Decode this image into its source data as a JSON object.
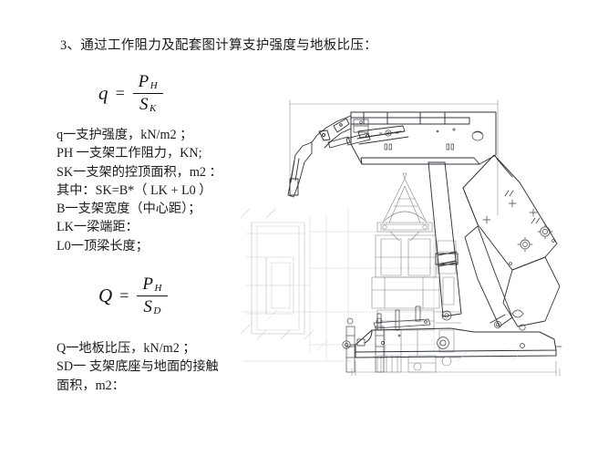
{
  "document": {
    "title_line": "3、通过工作阻力及配套图计算支护强度与地板比压：",
    "background_color": "#ffffff",
    "text_color": "#1b1b1b"
  },
  "formulas": [
    {
      "id": "support-strength",
      "lhs": "q",
      "equals": "=",
      "numerator": "P",
      "numerator_sub": "H",
      "denominator": "S",
      "denominator_sub": "K"
    },
    {
      "id": "floor-specific-pressure",
      "lhs": "Q",
      "equals": "=",
      "numerator": "P",
      "numerator_sub": "H",
      "denominator": "S",
      "denominator_sub": "D"
    }
  ],
  "definitions_top": [
    {
      "symbol": "q",
      "sub": "",
      "text": "一支护强度，kN/m2 ；"
    },
    {
      "symbol": "P",
      "sub": "H",
      "text": "一支架工作阻力，KN;"
    },
    {
      "symbol": "S",
      "sub": "K",
      "text": "一支架的控顶面积，m2 ："
    },
    {
      "symbol": "其中：",
      "sub": "",
      "text": "S",
      "formula_tail": "=B*（ L + L ）",
      "inline_subs": [
        "K",
        "K",
        "0"
      ]
    },
    {
      "symbol": "B",
      "sub": "",
      "text": "一支架宽度（中心距）；"
    },
    {
      "symbol": "L",
      "sub": "K",
      "text": "一梁端距："
    },
    {
      "symbol": "L",
      "sub": "0",
      "text": "一顶梁长度；"
    }
  ],
  "definitions_top_rendered": [
    "q一支护强度，kN/m2 ；",
    "PH 一支架工作阻力，KN;",
    "SK一支架的控顶面积，m2 ：",
    "其中：SK=B*（ LK + L0 ）",
    "B一支架宽度（中心距）；",
    "LK一梁端距：",
    "L0一顶梁长度；"
  ],
  "definitions_bottom_rendered": [
    "Q一地板比压，kN/m2 ；",
    "SD一 支架底座与地面的接触",
    "面积，m2："
  ],
  "definitions_bottom": [
    {
      "symbol": "Q",
      "sub": "",
      "text": "一地板比压，kN/m2 ；"
    },
    {
      "symbol": "S",
      "sub": "D",
      "text": "一 支架底座与地面的接触"
    },
    {
      "symbol": "",
      "sub": "",
      "text": "面积，m2："
    }
  ],
  "drawing": {
    "name": "hydraulic-roof-support-assembly-drawing",
    "description": "CAD line drawing side elevation of a shield type hydraulic powered roof support with canopy, caving shield, lemniscate linkage, legs and base, plus a ghosted front view at left",
    "line_color": "#2b2b2b",
    "ghost_line_color": "#c3c8cf",
    "dimension_color": "#6d6d6d",
    "top_dimension_label": "",
    "bottom_dimension_label": ""
  }
}
